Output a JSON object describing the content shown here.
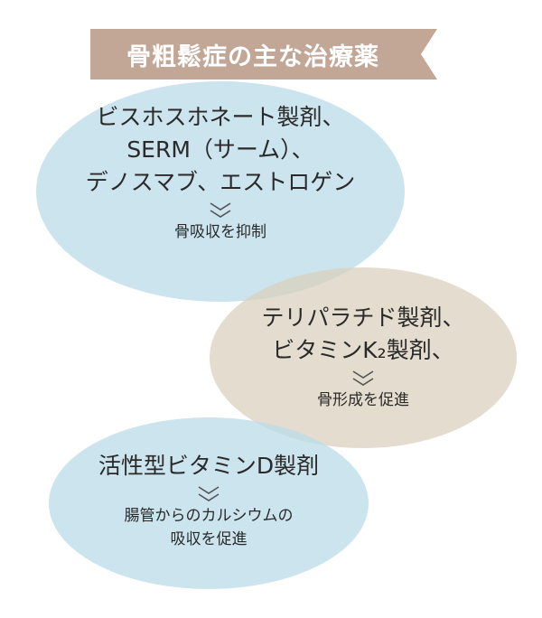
{
  "title": "骨粗鬆症の主な治療薬",
  "colors": {
    "banner": "#c2a796",
    "blue_ellipse": "#bedce8",
    "beige_ellipse": "#dacebc",
    "chevron": "#555555"
  },
  "groups": [
    {
      "drugs": [
        "ビスホスホネート製剤、",
        "SERM（サーム）、",
        "デノスマブ、エストロゲン"
      ],
      "effect": [
        "骨吸収を抑制"
      ]
    },
    {
      "drugs": [
        "テリパラチド製剤、",
        "ビタミンK₂製剤、"
      ],
      "effect": [
        "骨形成を促進"
      ]
    },
    {
      "drugs": [
        "活性型ビタミンD製剤"
      ],
      "effect": [
        "腸管からのカルシウムの",
        "吸収を促進"
      ]
    }
  ]
}
